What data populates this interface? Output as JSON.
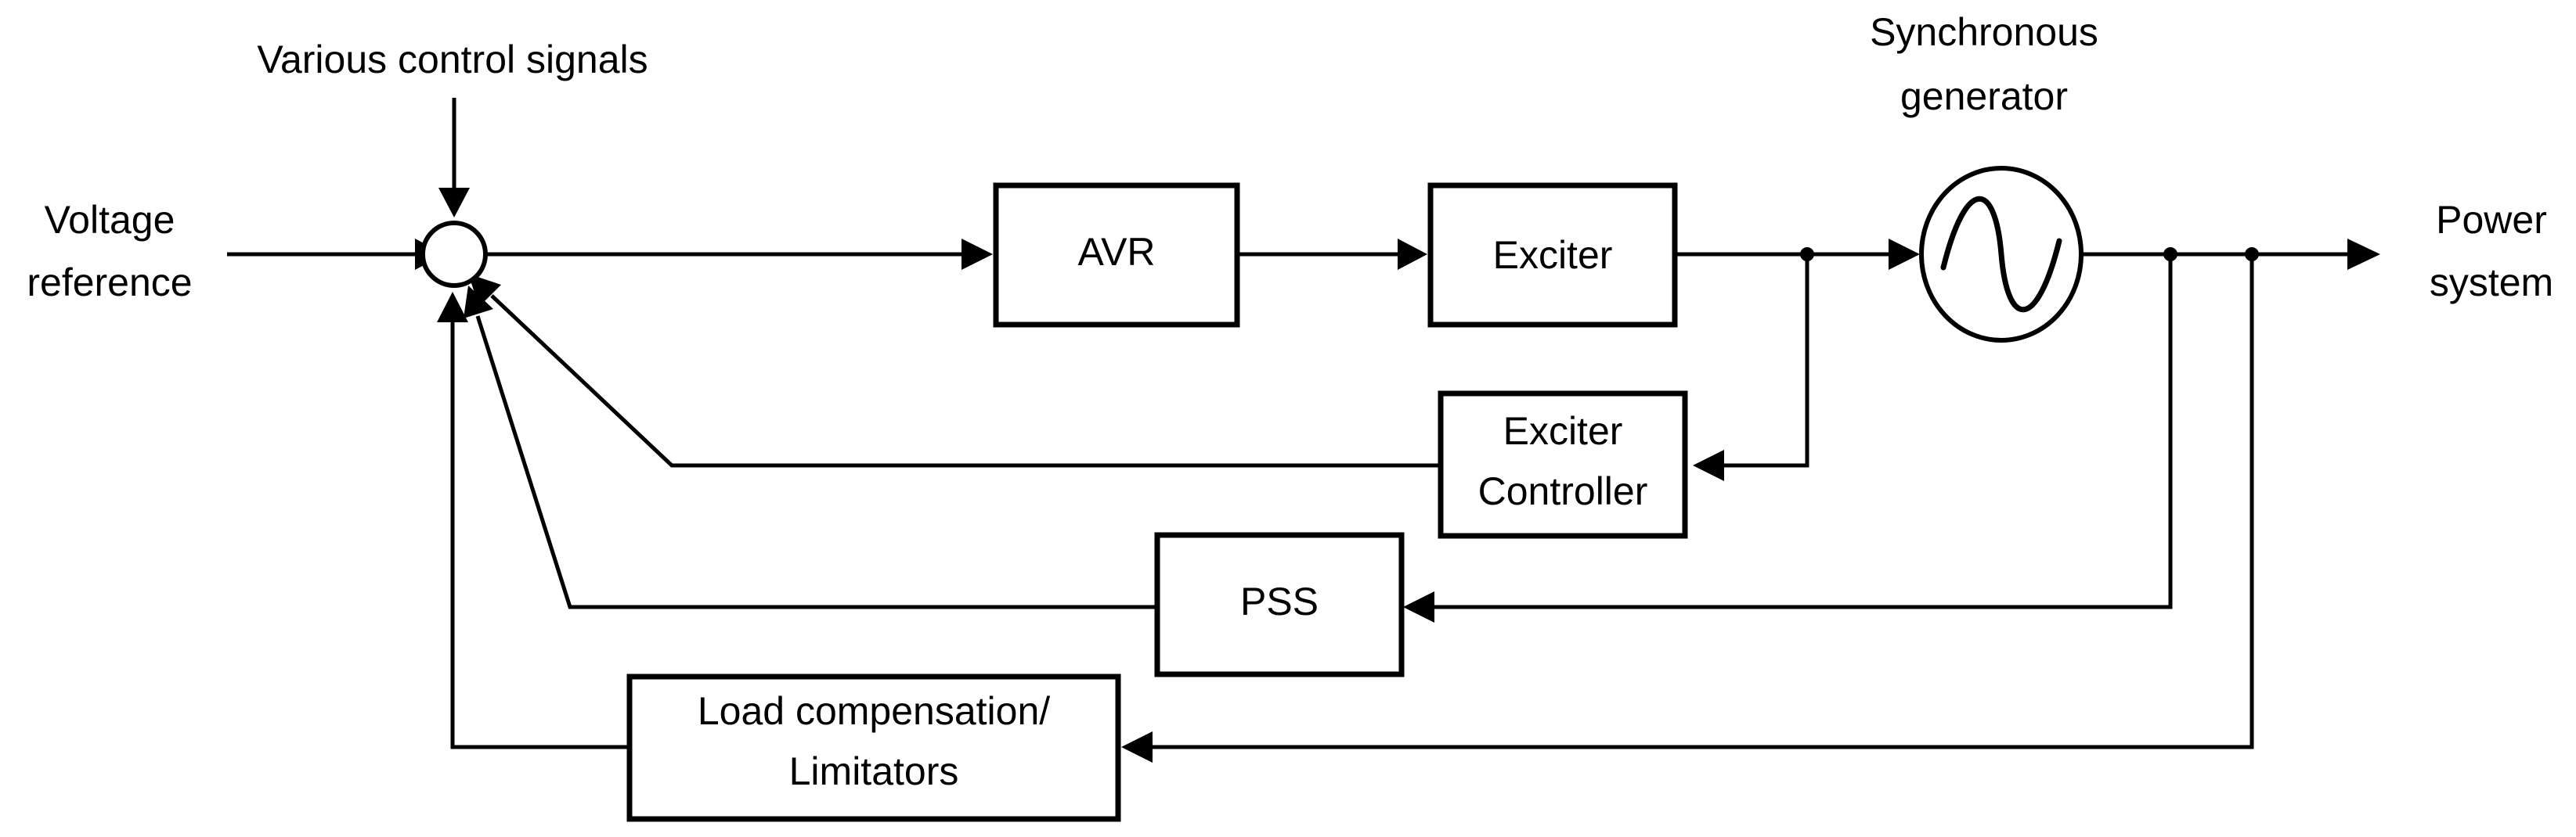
{
  "colors": {
    "line": "#000000",
    "background": "#ffffff"
  },
  "labels": {
    "control_signals": "Various control signals",
    "voltage_ref_1": "Voltage",
    "voltage_ref_2": "reference",
    "generator_1": "Synchronous",
    "generator_2": "generator",
    "power_1": "Power",
    "power_2": "system"
  },
  "blocks": {
    "avr": "AVR",
    "exciter": "Exciter",
    "exciter_controller_1": "Exciter",
    "exciter_controller_2": "Controller",
    "pss": "PSS",
    "load_comp_1": "Load compensation/",
    "load_comp_2": "Limitators"
  },
  "icons": {
    "summing_junction": "summing-junction-icon",
    "generator": "ac-generator-icon"
  }
}
